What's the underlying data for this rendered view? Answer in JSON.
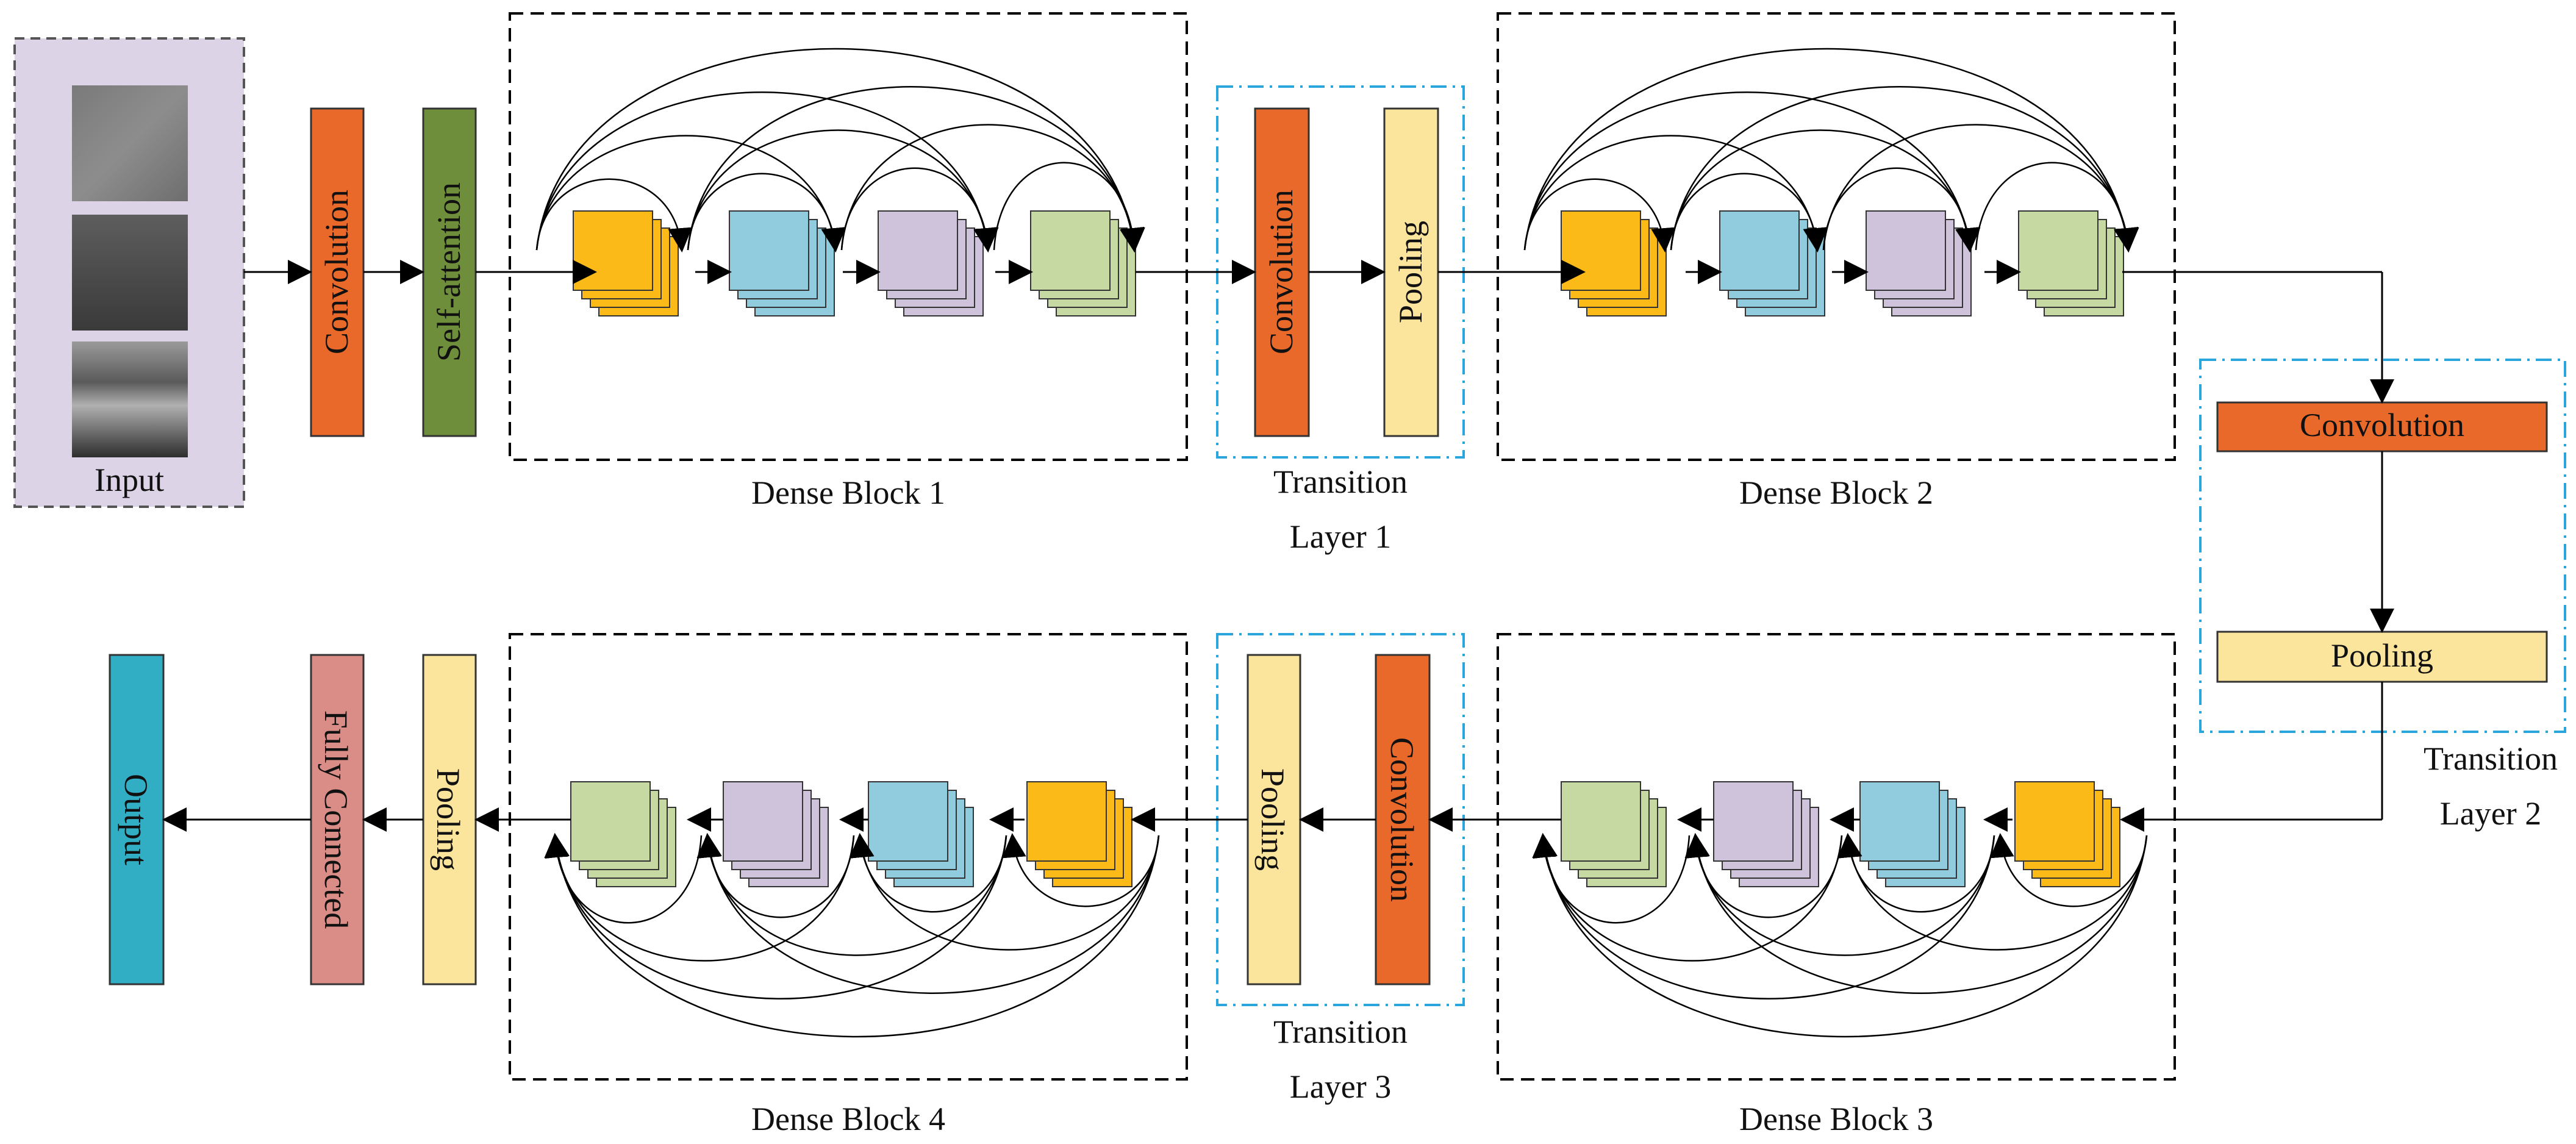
{
  "blocks": {
    "input": "Input",
    "conv_a": "Convolution",
    "self_attention": "Self-attention",
    "conv_t1": "Convolution",
    "pool_t1": "Pooling",
    "conv_t2": "Convolution",
    "pool_t2": "Pooling",
    "conv_t3": "Convolution",
    "pool_t3": "Pooling",
    "pool_final": "Pooling",
    "fully_connected": "Fully Connected",
    "output": "Output"
  },
  "groups": {
    "dense_block_1": "Dense Block 1",
    "dense_block_2": "Dense Block 2",
    "dense_block_3": "Dense Block 3",
    "dense_block_4": "Dense Block 4",
    "transition_1": [
      "Transition",
      "Layer 1"
    ],
    "transition_2": [
      "Transition",
      "Layer 2"
    ],
    "transition_3": [
      "Transition",
      "Layer 3"
    ]
  },
  "colors": {
    "convolution": "#E8692A",
    "self_attention": "#6F8E3B",
    "pooling": "#FBE49C",
    "fully_connected": "#D98D86",
    "output": "#32AEC4",
    "input_panel": "#DCD3E6",
    "feature_orange": "#FBBA18",
    "feature_blue": "#90CCDE",
    "feature_purple": "#CEC3DB",
    "feature_green": "#C6D9A3",
    "transition_border": "#2AA6DC"
  }
}
